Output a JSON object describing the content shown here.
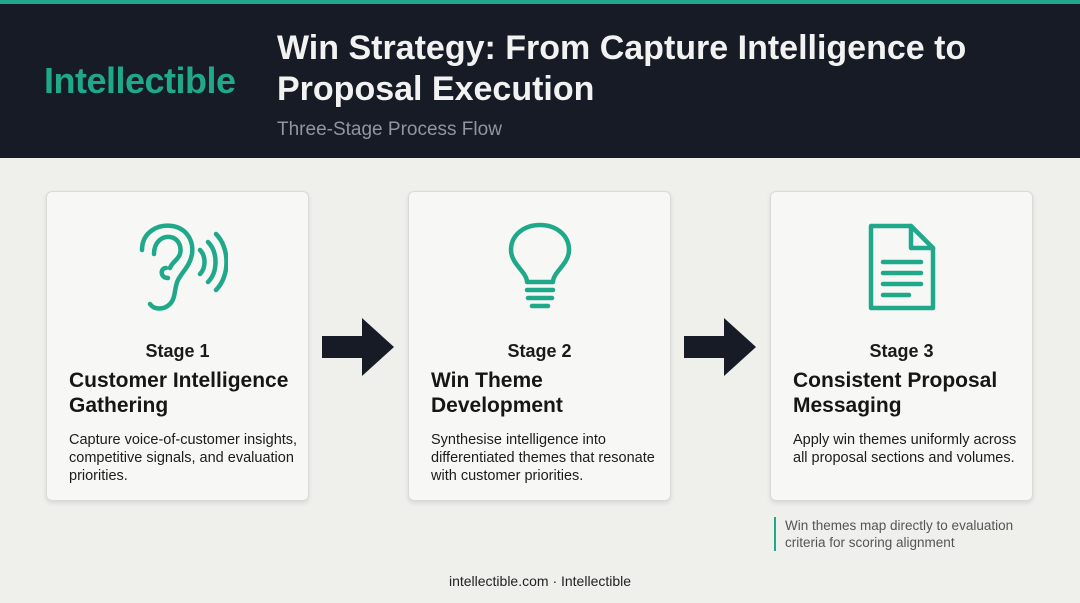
{
  "brand": {
    "logo_text": "Intellectible",
    "accent_color": "#1fa98a",
    "header_bg": "#171b26"
  },
  "header": {
    "title": "Win Strategy: From Capture Intelligence to Proposal Execution",
    "subtitle": "Three-Stage Process Flow"
  },
  "stages": [
    {
      "stage_label": "Stage 1",
      "title": "Customer Intelligence Gathering",
      "description": "Capture voice-of-customer insights, competitive signals, and evaluation priorities.",
      "icon": "ear-listening-icon"
    },
    {
      "stage_label": "Stage 2",
      "title": "Win Theme Development",
      "description": "Synthesise intelligence into differentiated themes that resonate with customer priorities.",
      "icon": "lightbulb-icon"
    },
    {
      "stage_label": "Stage 3",
      "title": "Consistent Proposal Messaging",
      "description": "Apply win themes uniformly across all proposal sections and volumes.",
      "icon": "document-icon"
    }
  ],
  "note": "Win themes map directly to evaluation criteria for scoring alignment",
  "footer": "intellectible.com · Intellectible"
}
